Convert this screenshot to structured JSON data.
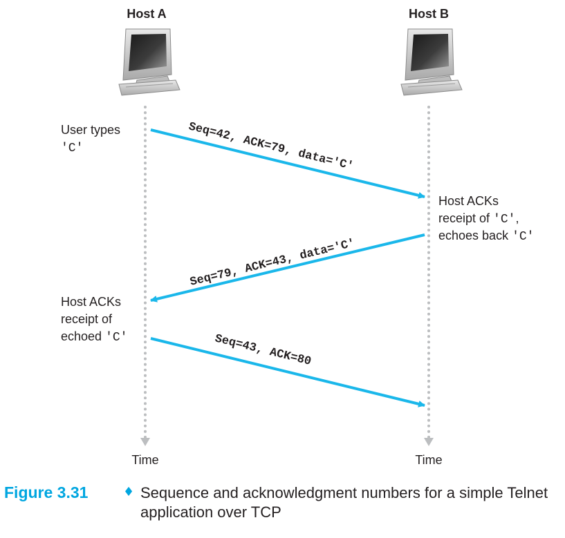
{
  "hosts": {
    "a": {
      "label": "Host A",
      "time_label": "Time"
    },
    "b": {
      "label": "Host B",
      "time_label": "Time"
    }
  },
  "notes": {
    "a1": {
      "line1": "User types",
      "line2": "'C'"
    },
    "b1": {
      "line1": "Host ACKs",
      "line2_prefix": "receipt of ",
      "line2_code": "'C'",
      "line2_suffix": ",",
      "line3_prefix": "echoes back ",
      "line3_code": "'C'"
    },
    "a2": {
      "line1": "Host ACKs",
      "line2": "receipt of",
      "line3_prefix": "echoed ",
      "line3_code": "'C'"
    }
  },
  "messages": [
    {
      "label": "Seq=42, ACK=79, data='C'",
      "from": "A",
      "to": "B"
    },
    {
      "label": "Seq=79, ACK=43, data='C'",
      "from": "B",
      "to": "A"
    },
    {
      "label": "Seq=43, ACK=80",
      "from": "A",
      "to": "B"
    }
  ],
  "caption": {
    "figure_number": "Figure 3.31",
    "separator": "♦",
    "text": "Sequence and acknowledgment numbers for a simple Telnet application over TCP"
  },
  "colors": {
    "arrow": "#1ab7ea",
    "timeline": "#bcbec0",
    "caption_accent": "#00a6e0",
    "text": "#231f20"
  },
  "icons": {
    "host_a": "desktop-computer-icon",
    "host_b": "desktop-computer-icon"
  }
}
